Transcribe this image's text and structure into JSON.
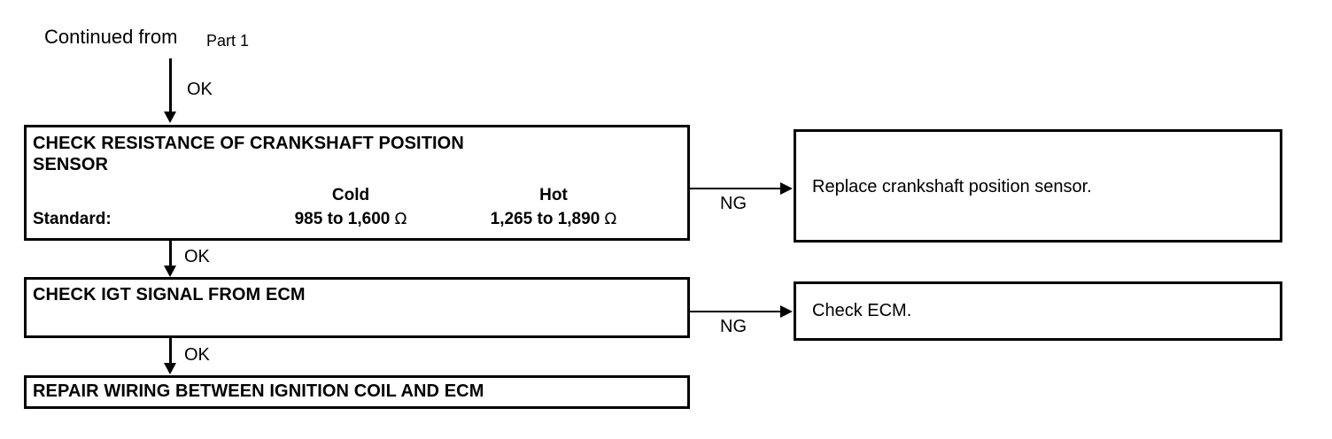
{
  "diagram": {
    "type": "troubleshooting-flowchart",
    "entry": {
      "text_main": "Continued from",
      "text_small": "Part 1",
      "branch_label": "OK"
    },
    "steps": [
      {
        "id": "check-resistance",
        "title": "CHECK RESISTANCE OF CRANKSHAFT POSITION\nSENSOR",
        "spec": {
          "label": "Standard:",
          "columns": [
            "Cold",
            "Hot"
          ],
          "values": [
            "985 to 1,600 ",
            "1,265 to 1,890 "
          ],
          "unit": "Ω"
        },
        "fail_label": "NG",
        "fail_text": "Replace crankshaft position sensor.",
        "pass_label": "OK"
      },
      {
        "id": "check-igt",
        "title": "CHECK IGT SIGNAL FROM ECM",
        "fail_label": "NG",
        "fail_text": "Check ECM.",
        "pass_label": "OK"
      },
      {
        "id": "repair-wiring",
        "title": "REPAIR WIRING BETWEEN IGNITION COIL AND ECM"
      }
    ]
  },
  "colors": {
    "stroke": "#000000",
    "background": "#ffffff",
    "text": "#000000"
  }
}
